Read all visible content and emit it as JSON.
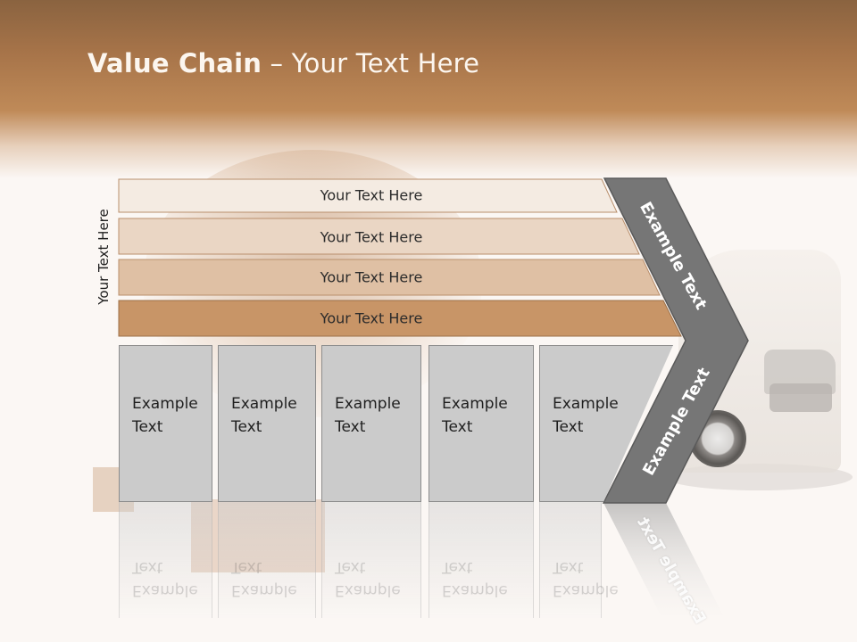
{
  "slide": {
    "title_bold": "Value Chain",
    "title_rest": " – Your Text Here",
    "side_label": "Your Text Here",
    "banners": [
      {
        "label": "Your Text Here",
        "color": "#f4ebe2"
      },
      {
        "label": "Your Text Here",
        "color": "#ead6c4"
      },
      {
        "label": "Your Text Here",
        "color": "#dfc0a4"
      },
      {
        "label": "Your Text Here",
        "color": "#c89567"
      }
    ],
    "columns": [
      {
        "line1": "Example",
        "line2": "Text"
      },
      {
        "line1": "Example",
        "line2": "Text"
      },
      {
        "line1": "Example",
        "line2": "Text"
      },
      {
        "line1": "Example",
        "line2": "Text"
      },
      {
        "line1": "Example",
        "line2": "Text"
      }
    ],
    "chevron_upper_text": "Example Text",
    "chevron_lower_text": "Example Text",
    "colors": {
      "header": "#a77449",
      "column_fill": "#cbcbcb",
      "chevron_fill": "#767676",
      "chevron_border": "#5a5a5a"
    }
  }
}
